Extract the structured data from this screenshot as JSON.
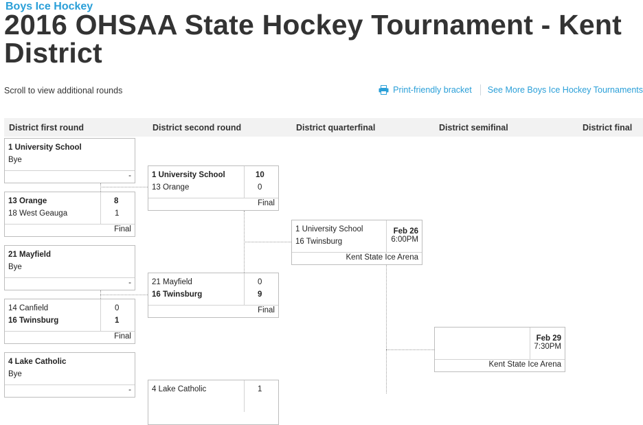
{
  "header": {
    "sport": "Boys Ice Hockey",
    "title": "2016 OHSAA State Hockey Tournament - Kent District",
    "scroll_hint": "Scroll to view additional rounds",
    "print_label": "Print-friendly bracket",
    "more_label": "See More Boys Ice Hockey Tournaments"
  },
  "rounds": [
    "District first round",
    "District second round",
    "District quarterfinal",
    "District semifinal",
    "District final"
  ],
  "first_round": [
    {
      "team1": "1 University School",
      "team2": "Bye",
      "score1": "",
      "score2": "",
      "status": "-"
    },
    {
      "team1": "13 Orange",
      "team2": "18 West Geauga",
      "score1": "8",
      "score2": "1",
      "status": "Final"
    },
    {
      "team1": "21 Mayfield",
      "team2": "Bye",
      "score1": "",
      "score2": "",
      "status": "-"
    },
    {
      "team1": "14 Canfield",
      "team2": "16 Twinsburg",
      "score1": "0",
      "score2": "1",
      "status": "Final"
    },
    {
      "team1": "4 Lake Catholic",
      "team2": "Bye",
      "score1": "",
      "score2": "",
      "status": "-"
    }
  ],
  "second_round": [
    {
      "team1": "1 University School",
      "team2": "13 Orange",
      "score1": "10",
      "score2": "0",
      "status": "Final"
    },
    {
      "team1": "21 Mayfield",
      "team2": "16 Twinsburg",
      "score1": "0",
      "score2": "9",
      "status": "Final"
    },
    {
      "team1": "4 Lake Catholic",
      "score1": "1"
    }
  ],
  "quarterfinal": {
    "team1": "1 University School",
    "team2": "16 Twinsburg",
    "date": "Feb 26",
    "time": "6:00PM",
    "venue": "Kent State Ice Arena"
  },
  "semifinal": {
    "date": "Feb 29",
    "time": "7:30PM",
    "venue": "Kent State Ice Arena"
  },
  "colors": {
    "link": "#2a9fd8",
    "title": "#333333",
    "header_bg": "#f2f2f2",
    "border": "#bdbdbd"
  }
}
